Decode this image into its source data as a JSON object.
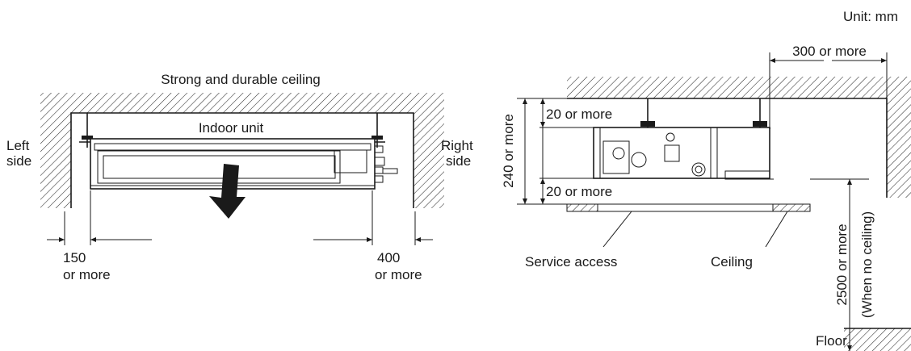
{
  "unit_label": "Unit: mm",
  "left_view": {
    "ceiling_label": "Strong and durable ceiling",
    "unit_label": "Indoor unit",
    "left_side_label": [
      "Left",
      "side"
    ],
    "right_side_label": [
      "Right",
      "side"
    ],
    "left_clearance": [
      "150",
      "or more"
    ],
    "right_clearance": [
      "400",
      "or more"
    ]
  },
  "right_view": {
    "side_clearance": "300 or more",
    "top_clearance": "20 or more",
    "bottom_clearance": "20 or more",
    "total_height": "240 or more",
    "service_access_label": "Service access",
    "ceiling_label": "Ceiling",
    "floor_height": "2500 or more",
    "floor_height_note": "(When no ceiling)",
    "floor_label": "Floor"
  }
}
